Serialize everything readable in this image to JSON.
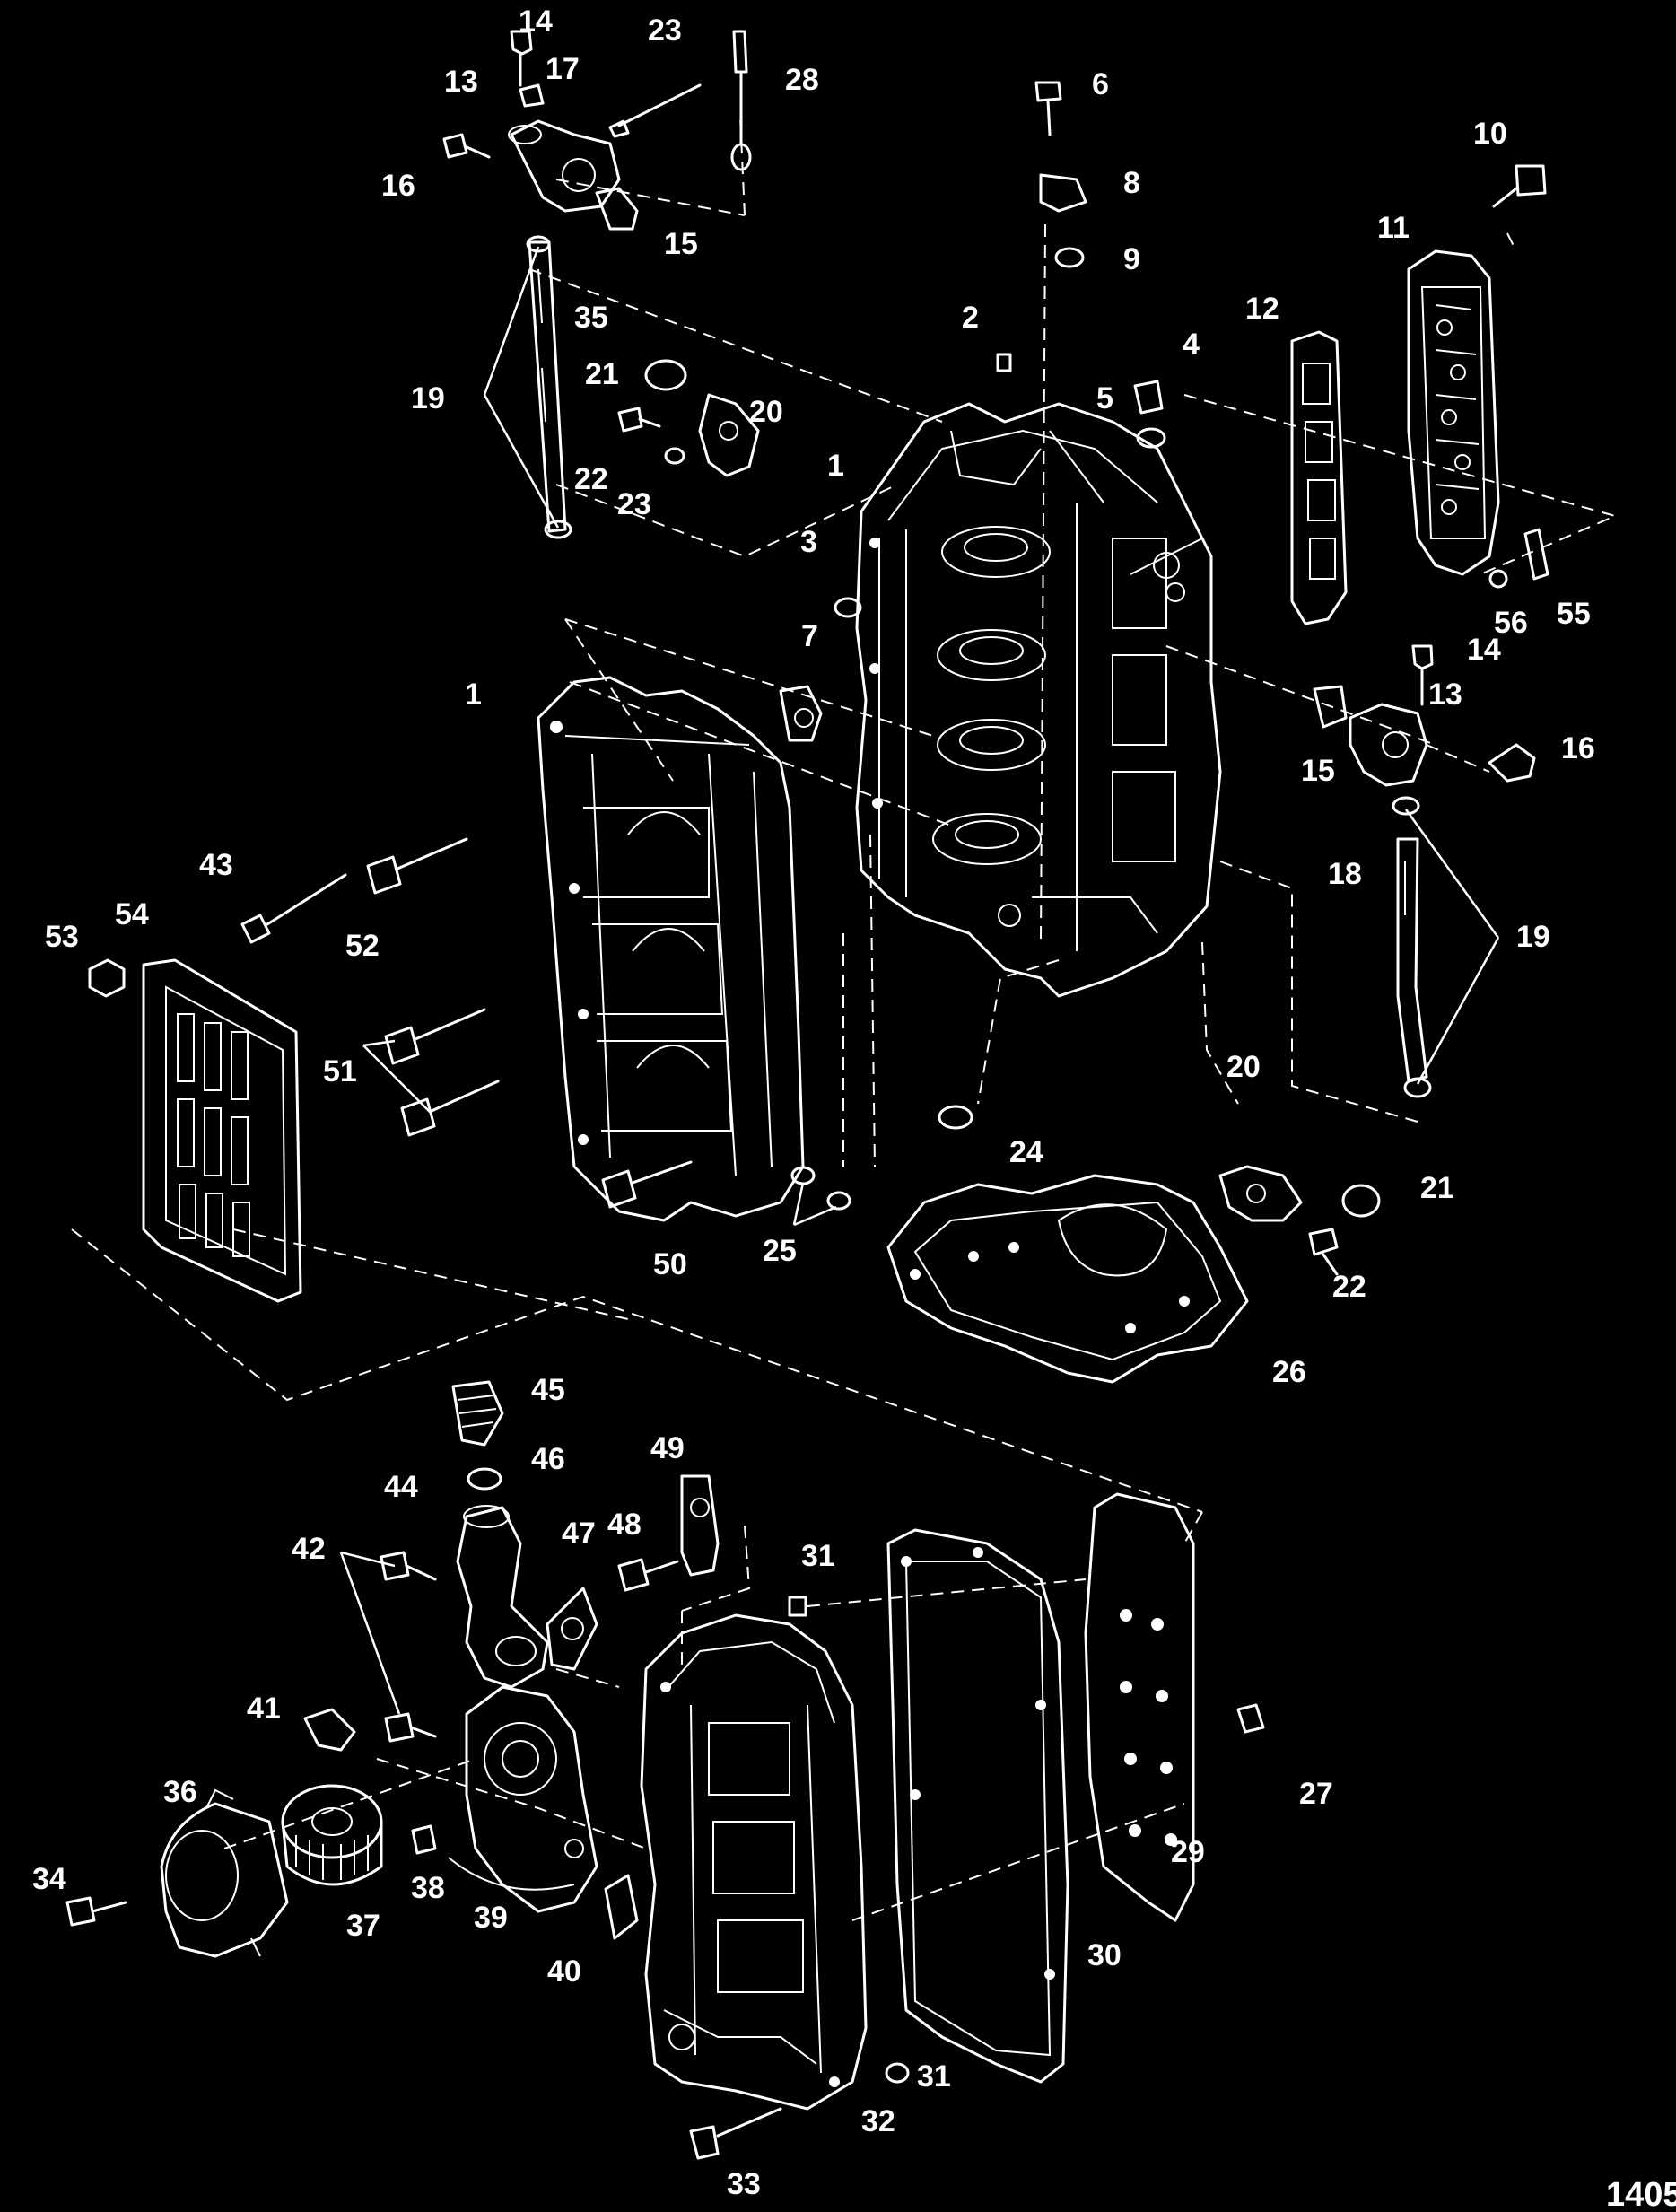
{
  "diagram": {
    "figure_id": "1405",
    "callouts": {
      "c1a": "1",
      "c1b": "1",
      "c2": "2",
      "c3": "3",
      "c4": "4",
      "c5": "5",
      "c6": "6",
      "c7": "7",
      "c8": "8",
      "c9": "9",
      "c10": "10",
      "c11": "11",
      "c12": "12",
      "c13a": "13",
      "c13b": "13",
      "c14a": "14",
      "c14b": "14",
      "c15a": "15",
      "c15b": "15",
      "c16a": "16",
      "c16b": "16",
      "c17": "17",
      "c18": "18",
      "c19a": "19",
      "c19b": "19",
      "c20a": "20",
      "c20b": "20",
      "c21a": "21",
      "c21b": "21",
      "c22a": "22",
      "c22b": "22",
      "c23a": "23",
      "c23b": "23",
      "c24": "24",
      "c25": "25",
      "c26": "26",
      "c27": "27",
      "c28": "28",
      "c29": "29",
      "c30": "30",
      "c31a": "31",
      "c31b": "31",
      "c32": "32",
      "c33": "33",
      "c34": "34",
      "c35": "35",
      "c36": "36",
      "c37": "37",
      "c38": "38",
      "c39": "39",
      "c40": "40",
      "c41": "41",
      "c42": "42",
      "c43": "43",
      "c44": "44",
      "c45": "45",
      "c46": "46",
      "c47": "47",
      "c48": "48",
      "c49": "49",
      "c50": "50",
      "c51": "51",
      "c52": "52",
      "c53": "53",
      "c54": "54",
      "c55": "55",
      "c56": "56"
    }
  }
}
